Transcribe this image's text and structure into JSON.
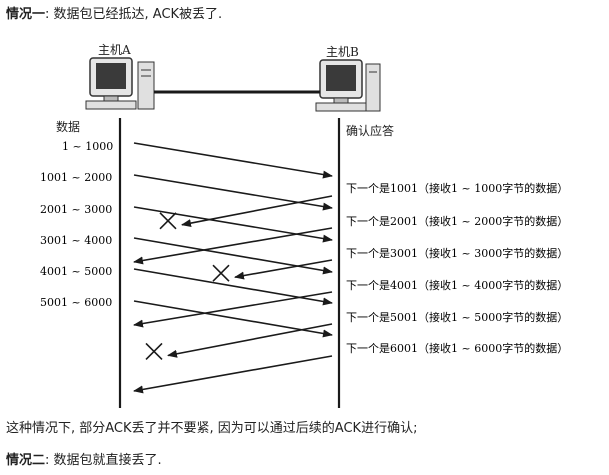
{
  "heading1": {
    "label": "情况一",
    "text": ": 数据包已经抵达, ACK被丢了."
  },
  "figure": {
    "host_a": "主机A",
    "host_b": "主机B",
    "left_title": "数据",
    "right_title": "确认应答",
    "data_labels": [
      "1 ~ 1000",
      "1001 ~ 2000",
      "2001 ~ 3000",
      "3001 ~ 4000",
      "4001 ~ 5000",
      "5001 ~ 6000"
    ],
    "ack_labels": [
      "下一个是1001（接收1 ~ 1000字节的数据）",
      "下一个是2001（接收1 ~ 2000字节的数据）",
      "下一个是3001（接收1 ~ 3000字节的数据）",
      "下一个是4001（接收1 ~ 4000字节的数据）",
      "下一个是5001（接收1 ~ 5000字节的数据）",
      "下一个是6001（接收1 ~ 6000字节的数据）"
    ],
    "lost_acks": [
      1,
      3,
      5
    ],
    "line_color": "#1a1a1a"
  },
  "paragraph": "这种情况下, 部分ACK丢了并不要紧, 因为可以通过后续的ACK进行确认;",
  "heading2": {
    "label": "情况二",
    "text": ": 数据包就直接丢了."
  }
}
